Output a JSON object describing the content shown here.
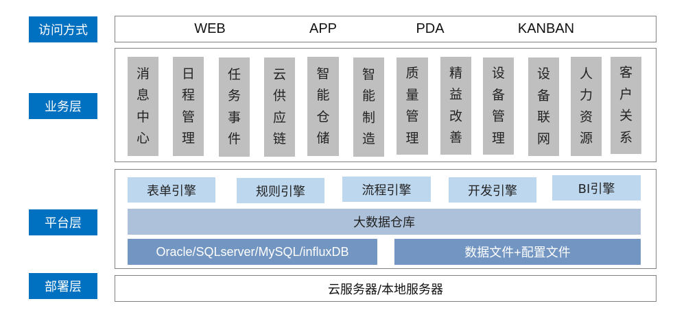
{
  "layers": {
    "access": {
      "label": "访问方式",
      "items": [
        "WEB",
        "APP",
        "PDA",
        "KANBAN"
      ]
    },
    "business": {
      "label": "业务层",
      "modules": [
        {
          "chars": [
            "消",
            "息",
            "中",
            "心"
          ]
        },
        {
          "chars": [
            "日",
            "程",
            "管",
            "理"
          ]
        },
        {
          "chars": [
            "任",
            "务",
            "事",
            "件"
          ]
        },
        {
          "chars": [
            "云",
            "供",
            "应",
            "链"
          ]
        },
        {
          "chars": [
            "智",
            "能",
            "仓",
            "储"
          ]
        },
        {
          "chars": [
            "智",
            "能",
            "制",
            "造"
          ]
        },
        {
          "chars": [
            "质",
            "量",
            "管",
            "理"
          ]
        },
        {
          "chars": [
            "精",
            "益",
            "改",
            "善"
          ]
        },
        {
          "chars": [
            "设",
            "备",
            "管",
            "理"
          ]
        },
        {
          "chars": [
            "设",
            "备",
            "联",
            "网"
          ]
        },
        {
          "chars": [
            "人",
            "力",
            "资",
            "源"
          ]
        },
        {
          "chars": [
            "客",
            "户",
            "关",
            "系"
          ]
        }
      ]
    },
    "platform": {
      "label": "平台层",
      "engines": [
        "表单引擎",
        "规则引擎",
        "流程引擎",
        "开发引擎",
        "BI引擎"
      ],
      "data_warehouse": "大数据仓库",
      "databases": "Oracle/SQLserver/MySQL/influxDB",
      "files": "数据文件+配置文件"
    },
    "deployment": {
      "label": "部署层",
      "servers": "云服务器/本地服务器"
    }
  },
  "colors": {
    "label_bg": "#0070c0",
    "module_bg": "#bfbfbf",
    "engine_bg": "#bdd7ee",
    "warehouse_bg": "#adc2da",
    "storage_bg": "#7295c2",
    "frame_border": "#7f7f7f"
  }
}
